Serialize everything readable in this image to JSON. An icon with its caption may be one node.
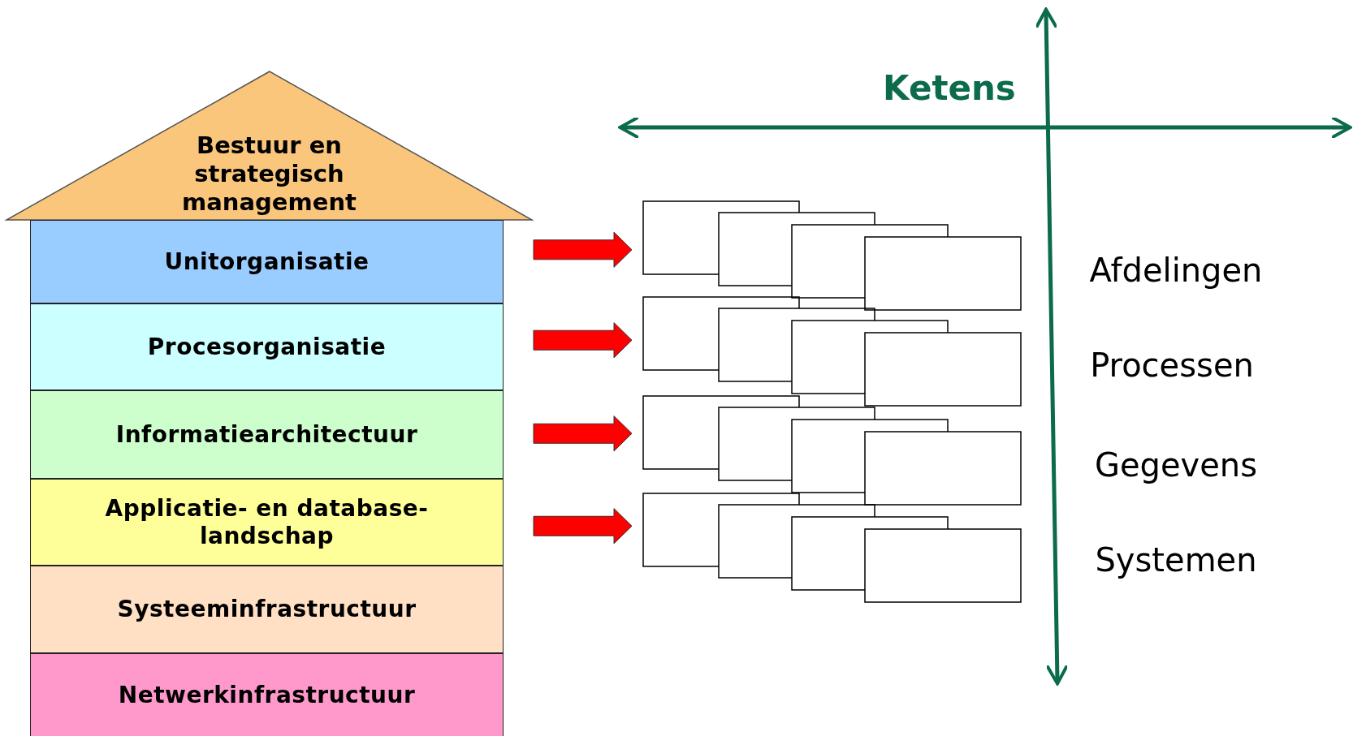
{
  "diagram": {
    "nodes": [
      {
        "text": [
          "Bestuur en strategisch management"
        ]
      },
      {
        "text": [
          "Unitorganisatie"
        ]
      },
      {
        "text": [
          "Procesorganisatie"
        ]
      },
      {
        "text": [
          "Informatiearchitectuur"
        ]
      },
      {
        "text": [
          "Applicatie- en database- landschap"
        ]
      },
      {
        "text": [
          "Systeeminfrastructuur"
        ]
      },
      {
        "text": [
          "Netwerkinfrastructuur"
        ]
      },
      {
        "text": [],
        "shape": "box"
      },
      {
        "text": [],
        "shape": "box"
      },
      {
        "text": [],
        "shape": "box"
      },
      {
        "text": [],
        "shape": "box"
      },
      {
        "text": [],
        "shape": "box"
      },
      {
        "text": [],
        "shape": "box"
      },
      {
        "text": [],
        "shape": "box"
      },
      {
        "text": [],
        "shape": "box"
      },
      {
        "text": [],
        "shape": "box"
      },
      {
        "text": [],
        "shape": "box"
      },
      {
        "text": [],
        "shape": "box"
      },
      {
        "text": [],
        "shape": "box"
      },
      {
        "text": [],
        "shape": "box"
      },
      {
        "text": [],
        "shape": "box"
      },
      {
        "text": [],
        "shape": "box"
      },
      {
        "text": [],
        "shape": "box"
      }
    ],
    "edges": [
      {
        "from": 1,
        "to": 7,
        "arrow": "to",
        "style": "thick",
        "color": "#ff0000"
      },
      {
        "from": 2,
        "to": 11,
        "arrow": "to",
        "style": "thick",
        "color": "#ff0000"
      },
      {
        "from": 3,
        "to": 15,
        "arrow": "to",
        "style": "thick",
        "color": "#ff0000"
      },
      {
        "from": 4,
        "to": 19,
        "arrow": "to",
        "style": "thick",
        "color": "#ff0000"
      }
    ],
    "labels": [
      "Ketens",
      "Afdelingen",
      "Processen",
      "Gegevens",
      "Systemen"
    ]
  }
}
